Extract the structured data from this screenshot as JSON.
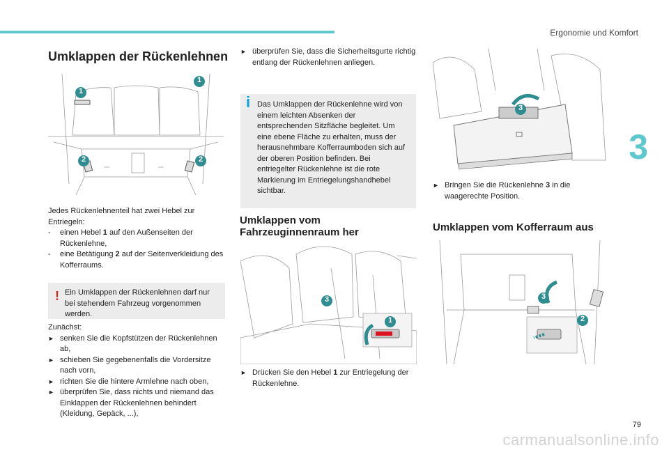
{
  "header": {
    "section": "Ergonomie und Komfort",
    "chapter": "3",
    "page": "79"
  },
  "watermark": "carmanualsonline.info",
  "main_title": "Umklappen der Rückenlehnen",
  "figure1": {
    "callouts": [
      "1",
      "1",
      "2",
      "2"
    ]
  },
  "intro": {
    "lead": "Jedes Rückenlehnenteil hat zwei Hebel zur Entriegeln:",
    "items": [
      {
        "pre": "einen Hebel ",
        "bold": "1",
        "post": " auf den Außenseiten der Rückenlehne,"
      },
      {
        "pre": "eine Betätigung ",
        "bold": "2",
        "post": " auf der Seitenverkleidung des Kofferraums."
      }
    ]
  },
  "warning": {
    "symbol": "!",
    "text": "Ein Umklappen der Rückenlehnen darf nur bei stehendem Fahrzeug vorgenommen werden."
  },
  "first": {
    "lead": "Zunächst:",
    "items": [
      "senken Sie die Kopfstützen der Rückenlehnen ab,",
      "schieben Sie gegebenenfalls die Vordersitze nach vorn,",
      "richten Sie die hintere Armlehne nach oben,",
      "überprüfen Sie, dass nichts und niemand das Einklappen der Rückenlehnen behindert (Kleidung, Gepäck, ...),"
    ]
  },
  "col2_item": "überprüfen Sie, dass die Sicherheitsgurte richtig entlang der Rückenlehnen anliegen.",
  "info": {
    "symbol": "i",
    "text": "Das Umklappen der Rückenlehne wird von einem leichten Absenken der entsprechenden Sitzfläche begleitet. Um eine ebene Fläche zu erhalten, muss der herausnehmbare Kofferraumboden sich auf der oberen Position befinden. Bei entriegelter Rückenlehne ist die rote Markierung im Entriegelungshandhebel sichtbar."
  },
  "sub1": {
    "title": "Umklappen vom Fahrzeuginnenraum her",
    "callouts": [
      "3",
      "1"
    ],
    "step_pre": "Drücken Sie den Hebel ",
    "step_bold": "1",
    "step_post": " zur Entriegelung der Rückenlehne."
  },
  "figure3": {
    "callouts": [
      "3"
    ],
    "step_pre": "Bringen Sie die Rückenlehne ",
    "step_bold": "3",
    "step_post": " in die waagerechte Position."
  },
  "sub2": {
    "title": "Umklappen vom Kofferraum aus",
    "callouts": [
      "3",
      "2"
    ]
  },
  "colors": {
    "accent": "#5ec8cf",
    "callout": "#2f8d92",
    "warning": "#e2231a",
    "info": "#00a3e0",
    "note_bg": "#ececec"
  }
}
